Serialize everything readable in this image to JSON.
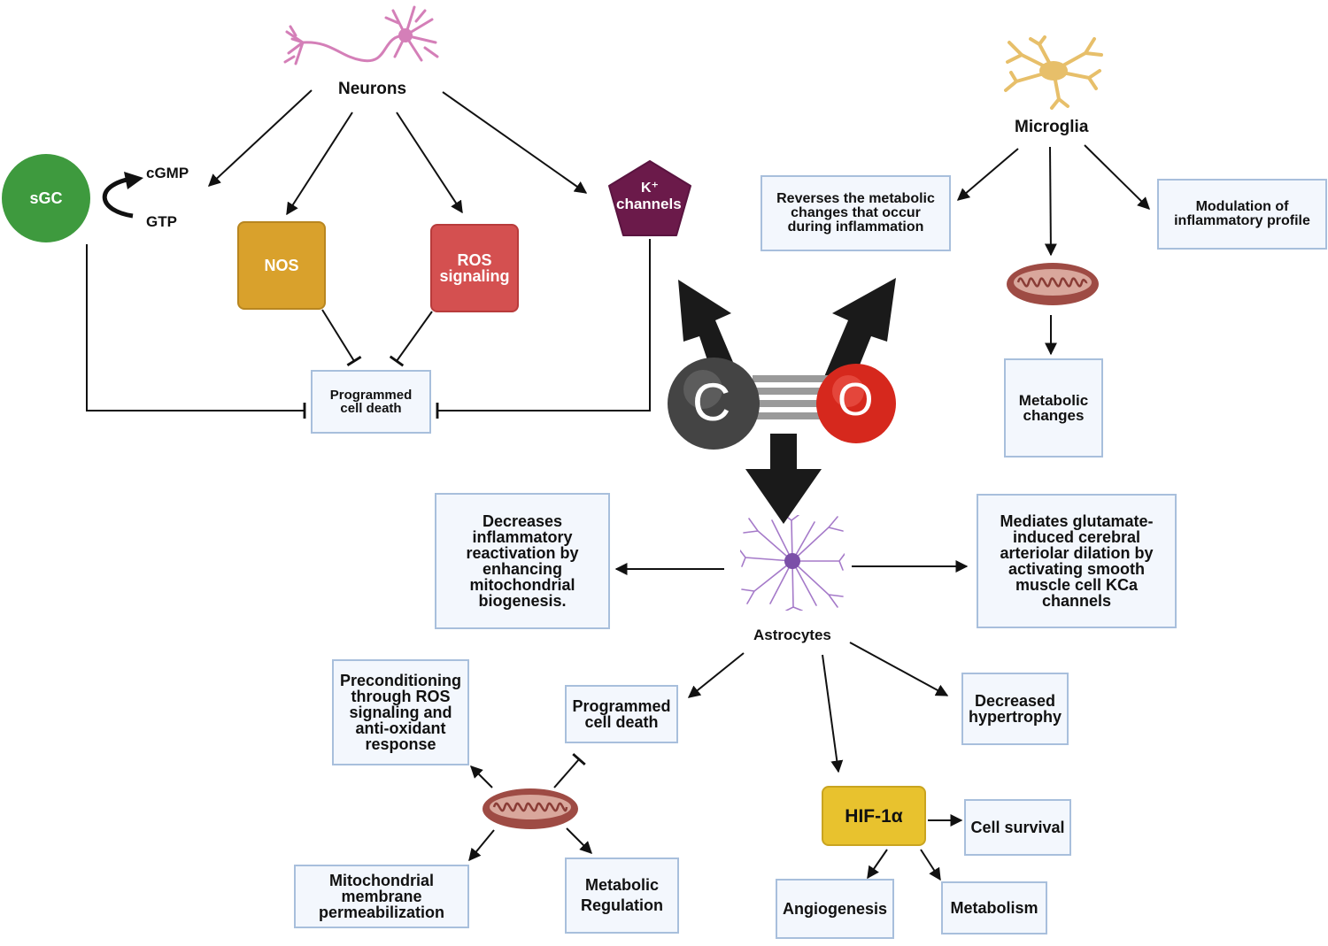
{
  "neurons": {
    "label": "Neurons",
    "sgc": "sGC",
    "cgmp": "cGMP",
    "gtp": "GTP",
    "nos": "NOS",
    "ros": "ROS signaling",
    "k_channels_sup": "K⁺",
    "k_channels": "channels",
    "programmed_cell_death": "Programmed cell death"
  },
  "microglia": {
    "label": "Microglia",
    "reverses": "Reverses the metabolic changes that occur during inflammation",
    "modulation": "Modulation of inflammatory profile",
    "metabolic_changes": "Metabolic changes"
  },
  "co": {
    "c": "C",
    "o": "O"
  },
  "astrocytes": {
    "label": "Astrocytes",
    "decreases": "Decreases inflammatory reactivation by enhancing mitochondrial biogenesis.",
    "mediates": "Mediates glutamate-induced cerebral arteriolar dilation by activating smooth muscle cell KCa channels",
    "programmed_cell_death": "Programmed cell death",
    "decreased_hypertrophy": "Decreased hypertrophy",
    "preconditioning": "Preconditioning through ROS signaling and anti-oxidant response",
    "mitochondrial_permeabilization": "Mitochondrial membrane permeabilization",
    "metabolic_regulation": "Metabolic Regulation",
    "hif": "HIF-1α",
    "cell_survival": "Cell survival",
    "angiogenesis": "Angiogenesis",
    "metabolism": "Metabolism"
  },
  "colors": {
    "sgc": "#3e9a3e",
    "nos": "#d9a12c",
    "ros": "#d45050",
    "k_channels": "#6b1a4a",
    "hif": "#e8c22e",
    "carbon": "#444444",
    "oxygen": "#d6281d",
    "box_border": "#a8bfdc",
    "box_fill": "#f3f7fd"
  },
  "icons": [
    "neuron-icon",
    "microglia-icon",
    "astrocyte-icon",
    "mitochondrion-icon",
    "co-molecule-icon"
  ]
}
